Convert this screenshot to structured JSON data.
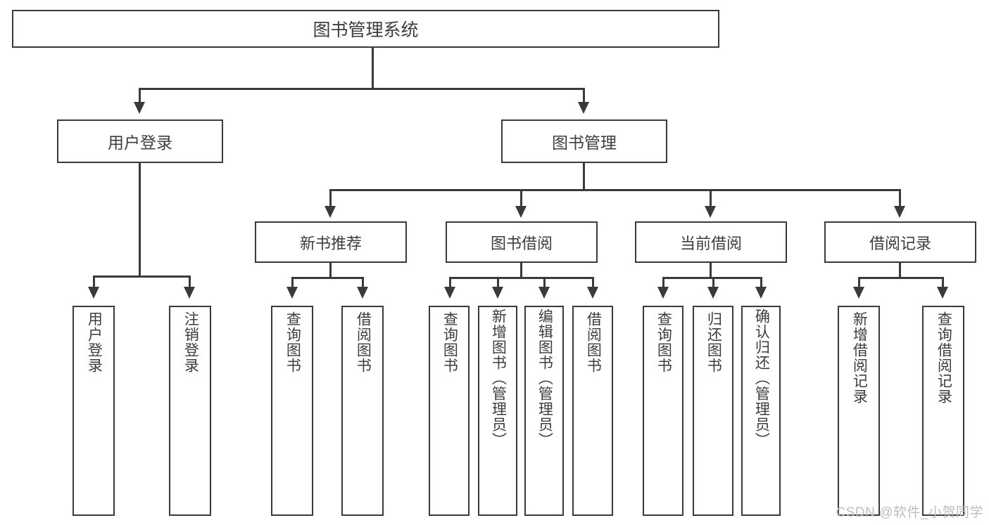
{
  "diagram": {
    "type": "tree-hierarchy",
    "title": "图书管理系统",
    "root": {
      "label": "图书管理系统",
      "children": [
        {
          "label": "用户登录",
          "children": [
            {
              "label": "用户登录"
            },
            {
              "label": "注销登录"
            }
          ]
        },
        {
          "label": "图书管理",
          "children": [
            {
              "label": "新书推荐",
              "children": [
                {
                  "label": "查询图书"
                },
                {
                  "label": "借阅图书"
                }
              ]
            },
            {
              "label": "图书借阅",
              "children": [
                {
                  "label": "查询图书"
                },
                {
                  "label": "新增图书（管理员）"
                },
                {
                  "label": "编辑图书（管理员）"
                },
                {
                  "label": "借阅图书"
                }
              ]
            },
            {
              "label": "当前借阅",
              "children": [
                {
                  "label": "查询图书"
                },
                {
                  "label": "归还图书"
                },
                {
                  "label": "确认归还（管理员）"
                }
              ]
            },
            {
              "label": "借阅记录",
              "children": [
                {
                  "label": "新增借阅记录"
                },
                {
                  "label": "查询借阅记录"
                }
              ]
            }
          ]
        }
      ]
    },
    "nodes": {
      "root": "图书管理系统",
      "user_login": "用户登录",
      "book_manage": "图书管理",
      "new_book_rec": "新书推荐",
      "book_borrow": "图书借阅",
      "current_borrow": "当前借阅",
      "borrow_record": "借阅记录",
      "leaf_user_login": "用户登录",
      "leaf_logout": "注销登录",
      "leaf_query_book_1": "查询图书",
      "leaf_borrow_book_1": "借阅图书",
      "leaf_query_book_2": "查询图书",
      "leaf_add_book": "新增图书（管理员）",
      "leaf_edit_book": "编辑图书（管理员）",
      "leaf_borrow_book_2": "借阅图书",
      "leaf_query_book_3": "查询图书",
      "leaf_return_book": "归还图书",
      "leaf_confirm_return": "确认归还（管理员）",
      "leaf_add_record": "新增借阅记录",
      "leaf_query_record": "查询借阅记录"
    },
    "watermark": "CSDN @软件_小贺同学",
    "colors": {
      "stroke": "#3a3a3a",
      "fill": "#ffffff",
      "text": "#3d3d3d",
      "watermark": "#bdbdbd"
    }
  }
}
